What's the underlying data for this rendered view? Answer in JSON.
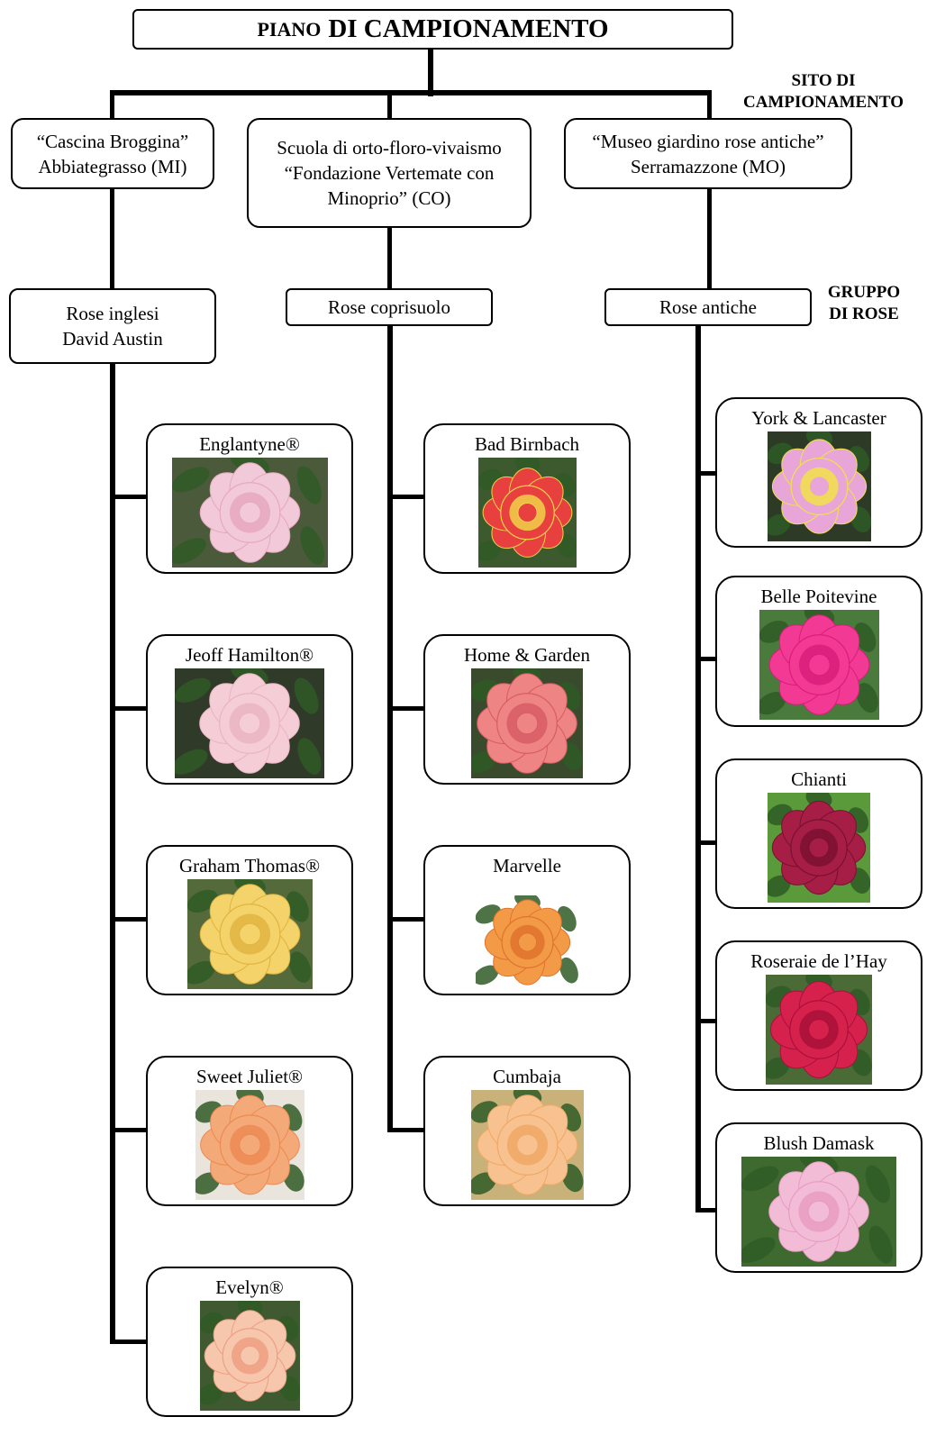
{
  "title": {
    "part1": "PIANO",
    "part2": "DI CAMPIONAMENTO"
  },
  "labels": {
    "site": [
      "SITO DI",
      "CAMPIONAMENTO"
    ],
    "group": [
      "GRUPPO",
      "DI ROSE"
    ]
  },
  "sites": [
    {
      "lines": [
        "“Cascina Broggina”",
        "Abbiategrasso (MI)"
      ]
    },
    {
      "lines": [
        "Scuola di orto-floro-vivaismo",
        "“Fondazione Vertemate con",
        "Minoprio” (CO)"
      ]
    },
    {
      "lines": [
        "“Museo giardino rose antiche”",
        "Serramazzone (MO)"
      ]
    }
  ],
  "groups": [
    {
      "lines": [
        "Rose inglesi",
        "David Austin"
      ]
    },
    {
      "lines": [
        "Rose coprisuolo"
      ]
    },
    {
      "lines": [
        "Rose antiche"
      ]
    }
  ],
  "roses": {
    "inglesi": [
      {
        "name": "Englantyne®",
        "petal": "#f2c9d8",
        "center": "#e6a8bf",
        "bg": "#4a5a3a"
      },
      {
        "name": "Jeoff Hamilton®",
        "petal": "#f4cdd6",
        "center": "#eab4c2",
        "bg": "#2f3a28"
      },
      {
        "name": "Graham Thomas®",
        "petal": "#f3d36a",
        "center": "#e0b441",
        "bg": "#546a3a"
      },
      {
        "name": "Sweet Juliet®",
        "petal": "#f4a978",
        "center": "#ec8a52",
        "bg": "#e9e4dc"
      },
      {
        "name": "Evelyn®",
        "petal": "#f6c6ad",
        "center": "#ee9f83",
        "bg": "#3f5a30"
      }
    ],
    "coprisuolo": [
      {
        "name": "Bad Birnbach",
        "petal": "#e8403e",
        "center": "#f0d24a",
        "bg": "#3d5a2f"
      },
      {
        "name": "Home & Garden",
        "petal": "#ee8484",
        "center": "#d85c64",
        "bg": "#3a4a2c"
      },
      {
        "name": "Marvelle",
        "petal": "#f29a46",
        "center": "#e0732e",
        "bg": "#ffffff"
      },
      {
        "name": "Cumbaja",
        "petal": "#f7c28f",
        "center": "#f0a866",
        "bg": "#c9b27a"
      }
    ],
    "antiche": [
      {
        "name": "York & Lancaster",
        "petal": "#e7a6d7",
        "center": "#f2e04a",
        "bg": "#2c3a26"
      },
      {
        "name": "Belle Poitevine",
        "petal": "#f23a94",
        "center": "#d81e7a",
        "bg": "#4a7a3c"
      },
      {
        "name": "Chianti",
        "petal": "#a61e45",
        "center": "#7a1030",
        "bg": "#5a9a3a"
      },
      {
        "name": "Roseraie de l’Hay",
        "petal": "#d6214d",
        "center": "#a8103a",
        "bg": "#4a6a36"
      },
      {
        "name": "Blush Damask",
        "petal": "#f3bcd6",
        "center": "#e79cc0",
        "bg": "#3e6a30"
      }
    ]
  }
}
